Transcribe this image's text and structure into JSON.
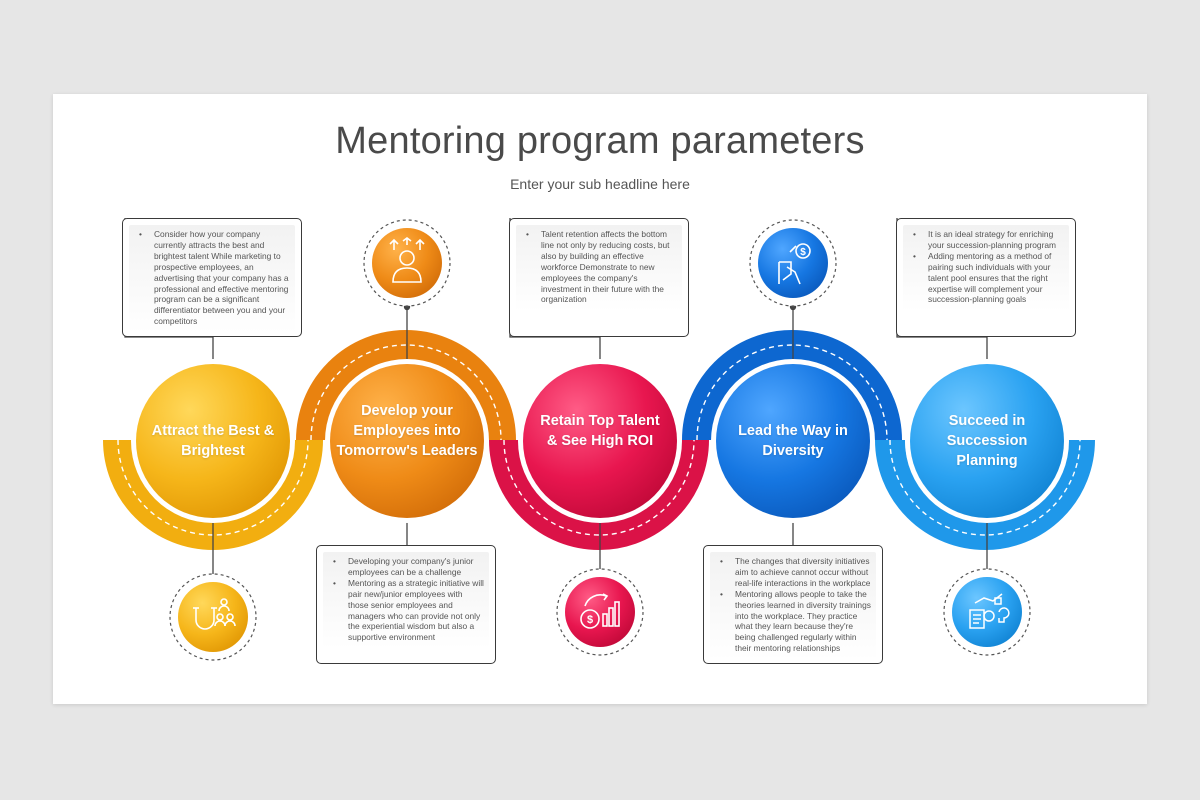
{
  "header": {
    "title": "Mentoring program parameters",
    "subtitle": "Enter your sub headline here"
  },
  "colors": {
    "yellow": "#f5b817",
    "orange": "#ee8c16",
    "red": "#e8154e",
    "blue": "#1478e0",
    "sky": "#2aa3f2"
  },
  "stages": [
    {
      "label": "Attract the Best & Brightest",
      "icon": "magnet-people-icon",
      "bullets": [
        "Consider how your company currently attracts the best and brightest talent While marketing to prospective employees, an advertising that your company has a professional and effective mentoring program can be a significant differentiator between you and your competitors"
      ]
    },
    {
      "label": "Develop your Employees into Tomorrow's Leaders",
      "icon": "leader-growth-icon",
      "bullets": [
        "Developing your company's junior employees can be a challenge",
        "Mentoring as a strategic initiative will pair new/junior employees with those senior employees and managers who can provide not only the experiential wisdom but also a supportive environment"
      ]
    },
    {
      "label": "Retain Top Talent & See High ROI",
      "icon": "roi-chart-icon",
      "bullets": [
        "Talent retention affects the bottom line not only by reducing costs, but also by building an effective workforce Demonstrate to new employees the company's investment in their future with the organization"
      ]
    },
    {
      "label": "Lead the Way in Diversity",
      "icon": "diversity-hands-icon",
      "bullets": [
        "The changes that diversity initiatives aim to achieve cannot occur without real-life interactions in the workplace",
        "Mentoring allows people to take the theories learned in diversity trainings into the workplace. They practice what they learn because they're being challenged regularly within their mentoring relationships"
      ]
    },
    {
      "label": "Succeed in Succession Planning",
      "icon": "succession-plan-icon",
      "bullets": [
        "It is an ideal strategy for enriching your succession-planning program",
        "Adding mentoring as a method of pairing such individuals with your talent pool ensures that the right expertise will complement your succession-planning goals"
      ]
    }
  ]
}
